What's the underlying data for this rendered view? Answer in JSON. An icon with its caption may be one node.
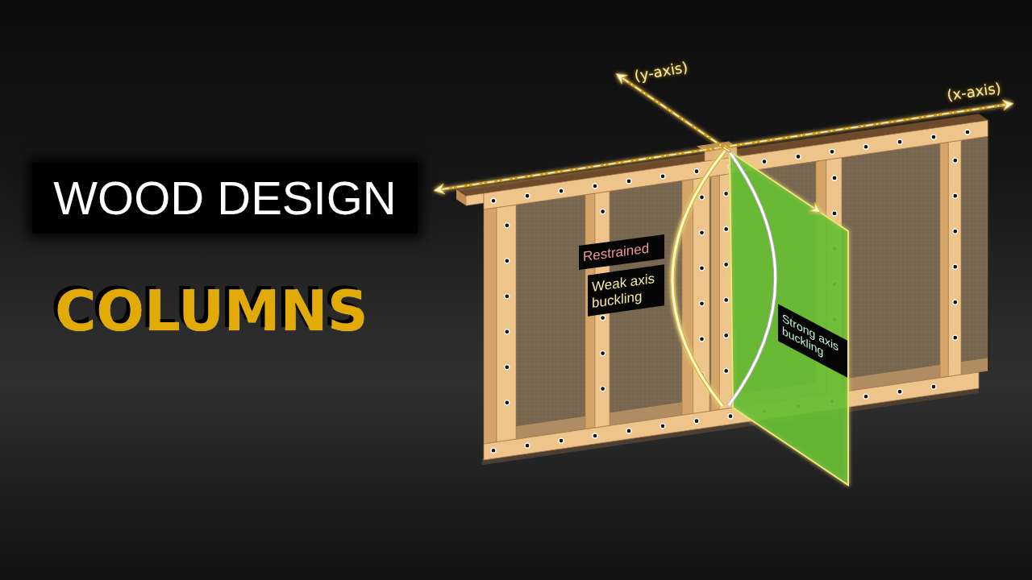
{
  "diagram": {
    "title": "WOOD DESIGN",
    "nodes": [
      {
        "text": [
          "Restrained"
        ]
      },
      {
        "text": [
          "Weak axis buckling"
        ]
      },
      {
        "text": [
          "Strong axis buckling"
        ]
      }
    ],
    "labels": [
      "COLUMNS",
      "(y-axis)",
      "(x-axis)"
    ]
  }
}
